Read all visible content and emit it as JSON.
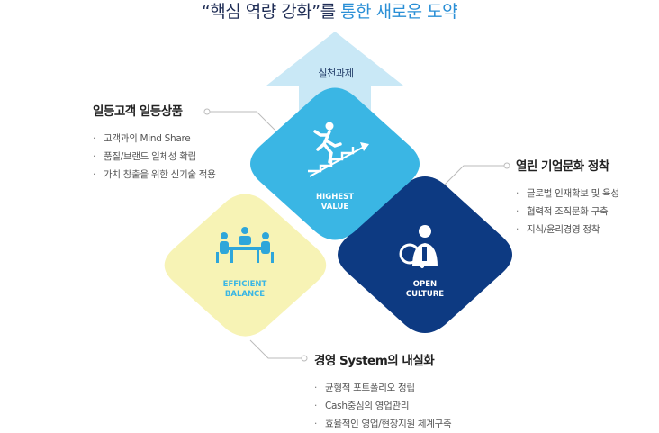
{
  "title": {
    "quote_part": "“핵심 역량 강화”를",
    "highlight_part": "통한 새로운 도약"
  },
  "arrow": {
    "label": "실천과제"
  },
  "diamonds": {
    "top": {
      "label_line1": "HIGHEST",
      "label_line2": "VALUE",
      "icon": "climbing-stairs-icon",
      "color": "#3ab6e4"
    },
    "left": {
      "label_line1": "EFFICIENT",
      "label_line2": "BALANCE",
      "icon": "meeting-table-icon",
      "color": "#f7f3b5"
    },
    "right": {
      "label_line1": "OPEN",
      "label_line2": "CULTURE",
      "icon": "person-magnifier-icon",
      "color": "#0d3a82"
    }
  },
  "blocks": {
    "top_left": {
      "heading": "일등고객 일등상품",
      "items": [
        "고객과의 Mind Share",
        "품질/브랜드 일체성 확립",
        "가치 창출을 위한 신기술 적용"
      ]
    },
    "right": {
      "heading": "열린 기업문화 정착",
      "items": [
        "글로벌 인재확보 및 육성",
        "협력적 조직문화 구축",
        "지식/윤리경영 정착"
      ]
    },
    "bottom": {
      "heading": "경영 System의 내실화",
      "items": [
        "균형적 포트폴리오 정립",
        "Cash중심의 영업관리",
        "효율적인 영업/현장지원 체계구축"
      ]
    }
  },
  "colors": {
    "arrow": "#c9e8f6",
    "connector": "#bbbbbb",
    "title_dark": "#1f2d55",
    "title_blue": "#2a8fd6"
  }
}
